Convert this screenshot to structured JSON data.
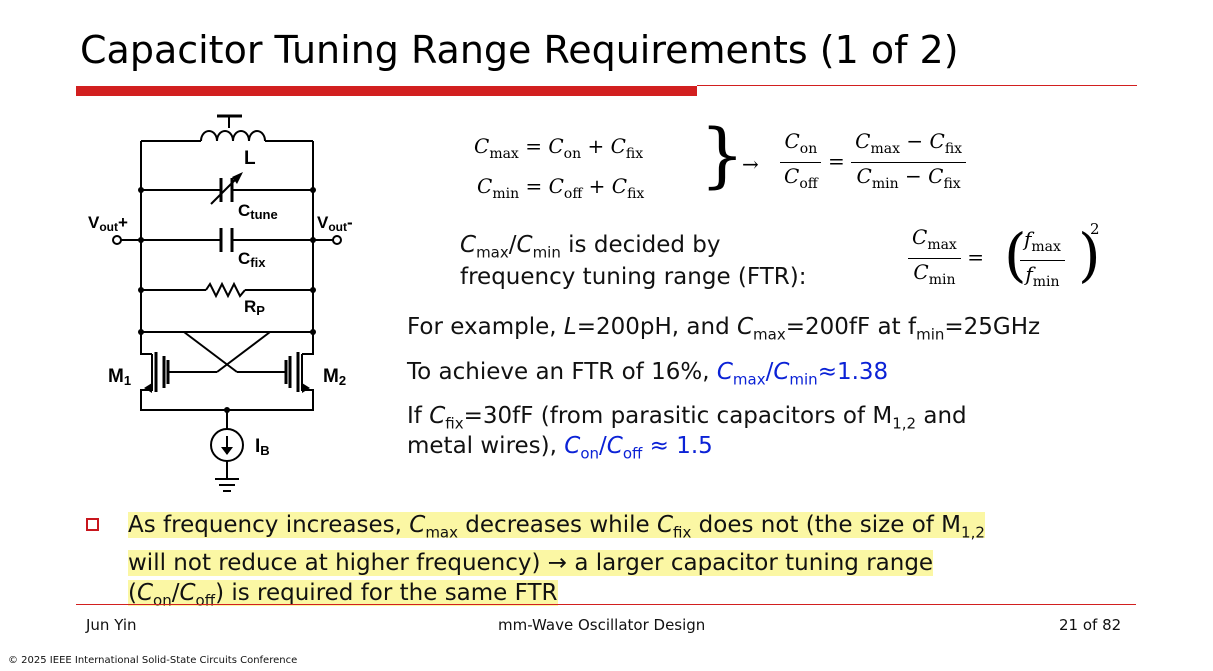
{
  "slide": {
    "title": "Capacitor Tuning Range Requirements (1 of 2)"
  },
  "circuit": {
    "inductor_label": "L",
    "ctune_label": "C",
    "ctune_sub": "tune",
    "cfix_label": "C",
    "cfix_sub": "fix",
    "rp_label": "R",
    "rp_sub": "P",
    "vout_plus": "V",
    "vout_plus_sub": "out",
    "vout_plus_sign": "+",
    "vout_minus": "V",
    "vout_minus_sub": "out",
    "vout_minus_sign": "-",
    "m1_label": "M",
    "m1_sub": "1",
    "m2_label": "M",
    "m2_sub": "2",
    "ib_label": "I",
    "ib_sub": "B"
  },
  "equations": {
    "c": "C",
    "max": "max",
    "min": "min",
    "on": "on",
    "off": "off",
    "fix": "fix",
    "f": "f",
    "eq": "=",
    "plus": "+",
    "minus": "−",
    "arrow": "→",
    "brace": "}",
    "lparen": "(",
    "rparen": ")",
    "exp": "2"
  },
  "body": {
    "ftr_line1_rest": " is decided by",
    "ftr_line2": "frequency tuning range (FTR):",
    "ex_prefix": "For example, ",
    "ex_l": "L",
    "ex_mid": "=200pH, and ",
    "ex_c": "C",
    "ex_max": "max",
    "ex_rest": "=200fF at f",
    "ex_min": "min",
    "ex_end": "=25GHz",
    "ach_prefix": "To achieve an FTR of 16%, ",
    "ach_c1": "C",
    "ach_sub1": "max",
    "ach_slash": "/",
    "ach_c2": "C",
    "ach_sub2": "min",
    "ach_val": "≈1.38",
    "if_prefix": "If ",
    "if_c": "C",
    "if_sub": "fix",
    "if_rest": "=30fF (from parasitic capacitors of M",
    "if_msub": "1,2",
    "if_end": " and",
    "mw_prefix": "metal wires), ",
    "mw_c1": "C",
    "mw_sub1": "on",
    "mw_slash": "/",
    "mw_c2": "C",
    "mw_sub2": "off",
    "mw_val": " ≈ 1.5"
  },
  "bullet": {
    "t1": "As frequency increases, ",
    "c1": "C",
    "s1": "max",
    "t2": " decreases while ",
    "c2": "C",
    "s2": "fix",
    "t3": " does not (the size of M",
    "s3": "1,2",
    "t4": "will not reduce at higher frequency) → a larger capacitor tuning range",
    "t5": "(",
    "c3": "C",
    "s4": "on",
    "t6": "/",
    "c4": "C",
    "s5": "off",
    "t7": ") is required for the same FTR"
  },
  "footer": {
    "author": "Jun Yin",
    "course": "mm-Wave Oscillator Design",
    "page": "21 of 82",
    "copyright": "© 2025 IEEE International Solid-State Circuits Conference"
  },
  "colors": {
    "accent_red": "#d21f1f",
    "blue_text": "#0b22d6",
    "highlight": "#fbf7a4"
  }
}
